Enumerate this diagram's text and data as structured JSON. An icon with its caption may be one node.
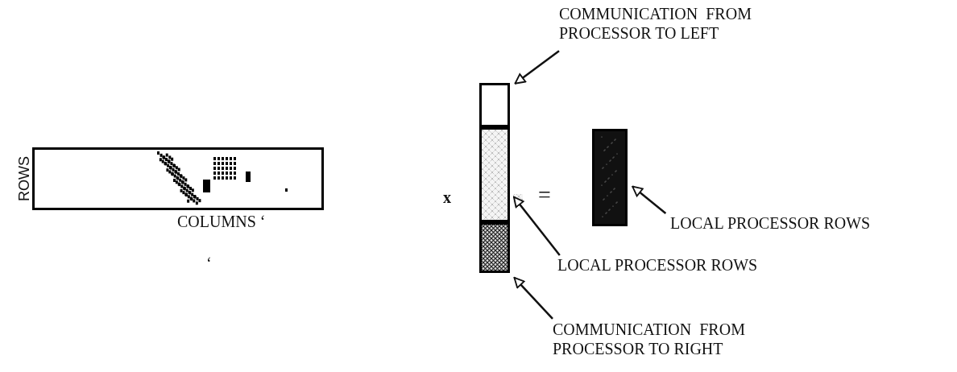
{
  "diagram": {
    "nodes": [
      {
        "text": [],
        "shape": "box",
        "beside": [
          "ROWS",
          "COLUMNS ‘"
        ]
      },
      {
        "text": [],
        "shape": "box"
      },
      {
        "text": [],
        "shape": "box"
      },
      {
        "text": [],
        "shape": "box"
      },
      {
        "text": [],
        "shape": "box"
      },
      {
        "text": [
          "COMMUNICATION  FROM PROCESSOR TO LEFT"
        ]
      },
      {
        "text": [
          "LOCAL PROCESSOR ROWS"
        ]
      },
      {
        "text": [
          "COMMUNICATION  FROM PROCESSOR TO RIGHT"
        ]
      },
      {
        "text": [
          "LOCAL PROCESSOR ROWS"
        ]
      }
    ],
    "edges": [
      {
        "from": 5,
        "to": 1,
        "arrow": "to"
      },
      {
        "from": 6,
        "to": 2,
        "arrow": "to"
      },
      {
        "from": 7,
        "to": 3,
        "arrow": "to"
      },
      {
        "from": 8,
        "to": 4,
        "arrow": "to"
      }
    ],
    "labels": [
      "‘",
      "x",
      "="
    ]
  }
}
